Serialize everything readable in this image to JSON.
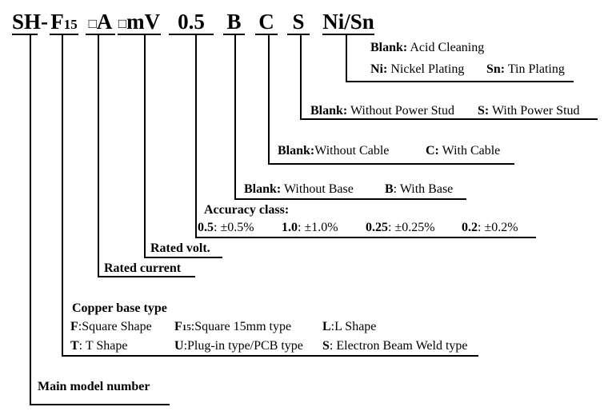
{
  "colors": {
    "background": "#ffffff",
    "line": "#000000",
    "text": "#000000"
  },
  "model_code": {
    "sh": "SH-",
    "f": "F",
    "f_sub": "15",
    "a_box": "□",
    "a": "A",
    "mv_box": "□",
    "mv": "mV",
    "accuracy": "0.5",
    "b": "B",
    "c": "C",
    "s": "S",
    "plating": "Ni/Sn"
  },
  "sections": {
    "plating": {
      "blank_key": "Blank:",
      "blank_val": " Acid Cleaning",
      "ni_key": "Ni:",
      "ni_val": " Nickel Plating",
      "sn_key": "Sn:",
      "sn_val": " Tin Plating"
    },
    "power_stud": {
      "blank_key": "Blank:",
      "blank_val": " Without Power Stud",
      "s_key": "S:",
      "s_val": " With Power Stud"
    },
    "cable": {
      "blank_key": "Blank:",
      "blank_val": "Without Cable",
      "c_key": "C:",
      "c_val": " With Cable"
    },
    "base": {
      "blank_key": "Blank:",
      "blank_val": " Without Base",
      "b_key": "B",
      "b_val": ": With Base"
    },
    "accuracy": {
      "header": "Accuracy class:",
      "items": [
        {
          "key": "0.5",
          "val": ": ±0.5%"
        },
        {
          "key": "1.0",
          "val": ": ±1.0%"
        },
        {
          "key": "0.25",
          "val": ": ±0.25%"
        },
        {
          "key": "0.2",
          "val": ": ±0.2%"
        }
      ]
    },
    "rated_volt": {
      "label": "Rated volt."
    },
    "rated_current": {
      "label": "Rated current"
    },
    "copper": {
      "header": "Copper base type",
      "f_key": "F",
      "f_val": ":Square Shape",
      "f15_key": "F",
      "f15_sub": "15",
      "f15_val": ":Square 15mm type",
      "l_key": "L",
      "l_val": ":L Shape",
      "t_key": "T",
      "t_val": ": T Shape",
      "u_key": "U",
      "u_val": ":Plug-in type/PCB type",
      "s_key": "S",
      "s_val": ": Electron Beam Weld type"
    },
    "main_model": {
      "label": "Main model number"
    }
  }
}
